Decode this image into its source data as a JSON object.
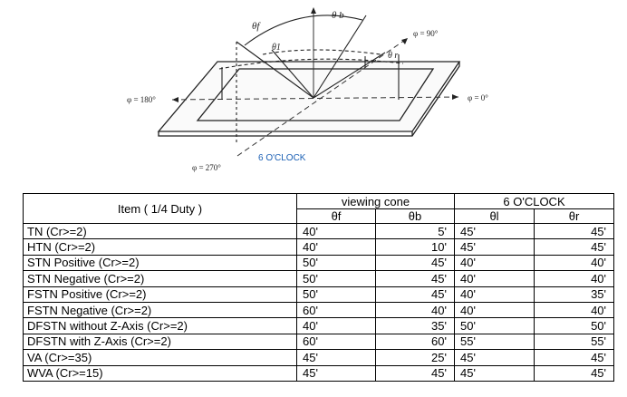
{
  "diagram": {
    "theta_b": "θ b",
    "theta_f": "θf",
    "theta_1": "θ1",
    "theta_r": "θ r",
    "phi_90": "φ = 90°",
    "phi_180": "φ = 180°",
    "phi_0": "φ = 0°",
    "phi_270": "φ = 270°",
    "clock_label": "6  O'CLOCK"
  },
  "table": {
    "item_header": "Item ( 1/4 Duty )",
    "group_viewing_cone": "viewing cone",
    "group_clock": "6 O'CLOCK",
    "columns": [
      "θf",
      "θb",
      "θl",
      "θr"
    ],
    "rows": [
      {
        "item": "TN  (Cr>=2)",
        "values": [
          "40'",
          "5'",
          "45'",
          "45'"
        ]
      },
      {
        "item": "HTN  (Cr>=2)",
        "values": [
          "40'",
          "10'",
          "45'",
          "45'"
        ]
      },
      {
        "item": "STN Positive  (Cr>=2)",
        "values": [
          "50'",
          "45'",
          "40'",
          "40'"
        ]
      },
      {
        "item": "STN Negative  (Cr>=2)",
        "values": [
          "50'",
          "45'",
          "40'",
          "40'"
        ]
      },
      {
        "item": "FSTN Positive  (Cr>=2)",
        "values": [
          "50'",
          "45'",
          "40'",
          "35'"
        ]
      },
      {
        "item": "FSTN Negative  (Cr>=2)",
        "values": [
          "60'",
          "40'",
          "40'",
          "40'"
        ]
      },
      {
        "item": "DFSTN without Z-Axis  (Cr>=2)",
        "values": [
          "40'",
          "35'",
          "50'",
          "50'"
        ]
      },
      {
        "item": "DFSTN with Z-Axis  (Cr>=2)",
        "values": [
          "60'",
          "60'",
          "55'",
          "55'"
        ]
      },
      {
        "item": "VA  (Cr>=35)",
        "values": [
          "45'",
          "25'",
          "45'",
          "45'"
        ]
      },
      {
        "item": "WVA  (Cr>=15)",
        "values": [
          "45'",
          "45'",
          "45'",
          "45'"
        ]
      }
    ]
  }
}
